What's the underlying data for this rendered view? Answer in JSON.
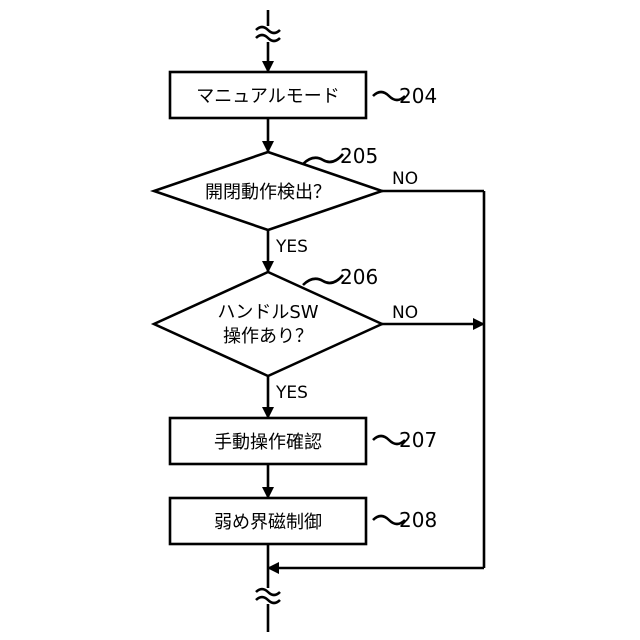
{
  "steps": {
    "s204": {
      "label": "マニュアルモード",
      "ref": "204"
    },
    "s205": {
      "label": "開閉動作検出？",
      "ref": "205"
    },
    "s206": {
      "label_line1": "ハンドルSW",
      "label_line2": "操作あり？",
      "ref": "206"
    },
    "s207": {
      "label": "手動操作確認",
      "ref": "207"
    },
    "s208": {
      "label": "弱め界磁制御",
      "ref": "208"
    }
  },
  "branches": {
    "yes": "YES",
    "no": "NO"
  }
}
